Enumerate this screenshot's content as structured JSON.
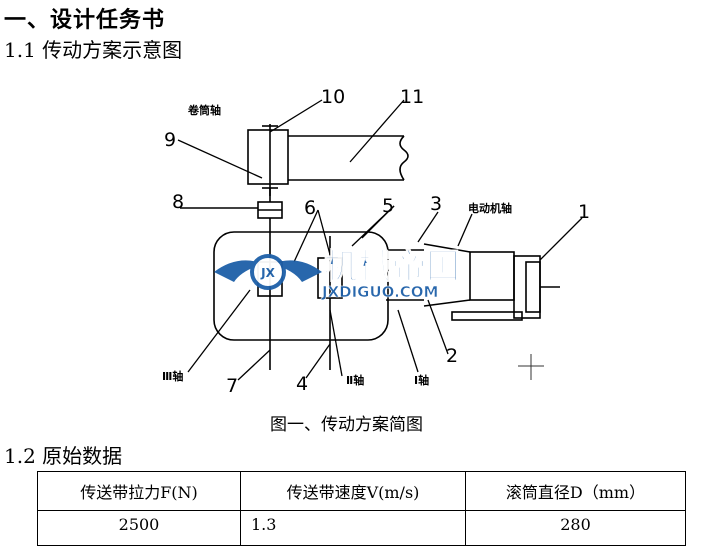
{
  "section_title": "一、设计任务书",
  "sub1_title": "1.1 传动方案示意图",
  "figure_caption": "图一、传动方案简图",
  "sub2_title": "1.2 原始数据",
  "diagram_labels": {
    "n10": "10",
    "n11": "11",
    "n9": "9",
    "n8": "8",
    "n6": "6",
    "n5": "5",
    "n3": "3",
    "n1": "1",
    "n2": "2",
    "n4": "4",
    "n7": "7",
    "drum_shaft": "卷筒轴",
    "motor_shaft": "电动机轴",
    "shaft3": "Ⅲ轴",
    "shaft2": "Ⅱ轴",
    "shaft1": "Ⅰ轴"
  },
  "watermark": {
    "text": "机械帝国",
    "url": "JXDIGUO.COM",
    "badge": "JX"
  },
  "table": {
    "headers": [
      "传送带拉力F(N)",
      "传送带速度V(m/s)",
      "滚筒直径D（mm）"
    ],
    "values": [
      "2500",
      "1.3",
      "280"
    ]
  },
  "colors": {
    "watermark_blue": "#1d5fa8",
    "text": "#000000",
    "background": "#ffffff"
  }
}
